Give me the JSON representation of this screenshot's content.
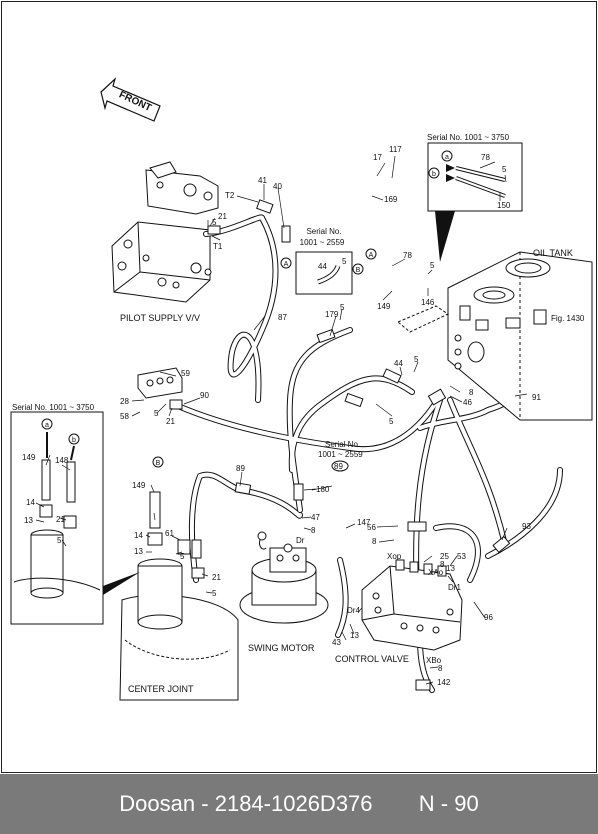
{
  "diagram": {
    "front_label": "FRONT",
    "section_labels": {
      "pilot_supply": "PILOT SUPPLY V/V",
      "swing_motor": "SWING MOTOR",
      "control_valve": "CONTROL VALVE",
      "center_joint": "CENTER JOINT",
      "oil_tank": "OIL TANK",
      "fig_ref": "Fig. 1430"
    },
    "serial_notes": {
      "top_right": "Serial No. 1001 ~ 3750",
      "mid_box_line1": "Serial No.",
      "mid_box_line2": "1001 ~ 2559",
      "left_box": "Serial No. 1001 ~ 3750",
      "center_line1": "Serial No.",
      "center_line2": "1001 ~ 2559"
    },
    "callouts": {
      "n17": "17",
      "n117": "117",
      "n169": "169",
      "n78a": "78",
      "n5a": "5",
      "n150": "150",
      "t2": "T2",
      "n41": "41",
      "n40": "40",
      "n5b": "5",
      "n21a": "21",
      "t1": "T1",
      "n44a": "44",
      "n5c": "5",
      "n78b": "78",
      "n5d": "5",
      "n149a": "149",
      "n146": "146",
      "n87": "87",
      "n179": "179",
      "n5e": "5",
      "n44b": "44",
      "n5f": "5",
      "n8a": "8",
      "n46": "46",
      "n59": "59",
      "n28": "28",
      "n58": "58",
      "n5g": "5",
      "n21b": "21",
      "n90": "90",
      "n5h": "5",
      "n91": "91",
      "n149b": "149",
      "n148": "148",
      "n14a": "14",
      "n13a": "13",
      "n21c": "21",
      "n5i": "5",
      "n149c": "149",
      "n89a": "89",
      "n89b": "89",
      "n180": "180",
      "n147": "147",
      "n47": "47",
      "n8b": "8",
      "dr": "Dr",
      "n56": "56",
      "n8c": "8",
      "xop": "Xop",
      "n93": "93",
      "n25": "25",
      "n8d": "8",
      "xao": "XAo",
      "n53": "53",
      "n13b": "13",
      "dr1": "Dr1",
      "n14b": "14",
      "n61": "61",
      "n13c": "13",
      "n5j": "5",
      "n21d": "21",
      "n5k": "5",
      "dr4": "Dr4",
      "n43": "43",
      "n13d": "13",
      "n96": "96",
      "xbo": "XBo",
      "n8e": "8",
      "n142": "142"
    },
    "port_markers": {
      "a": "a",
      "b": "b",
      "A": "A",
      "B": "B"
    }
  },
  "footer": {
    "brand": "Doosan",
    "separator": "-",
    "part_number": "2184-1026D376",
    "page_ref": "N - 90"
  }
}
